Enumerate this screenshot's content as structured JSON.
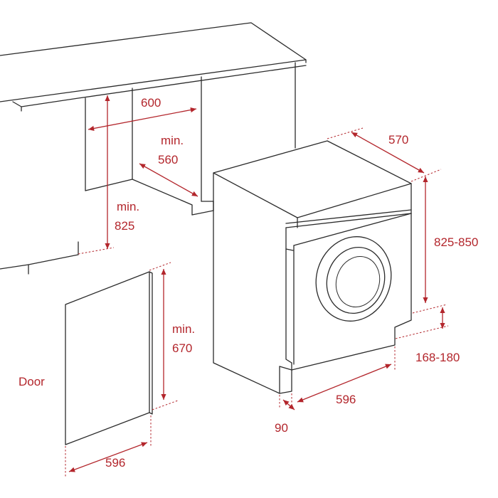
{
  "labels": {
    "niche_width": "600",
    "niche_depth": "min.\n560",
    "niche_height": "min.\n825",
    "machine_depth": "570",
    "machine_height": "825-850",
    "plinth_height": "168-180",
    "machine_width": "596",
    "door_offset": "90",
    "door_height": "min.\n670",
    "door_width": "596",
    "door": "Door"
  },
  "colors": {
    "dimension": "#b3262c",
    "outline": "#2b2b2b"
  }
}
